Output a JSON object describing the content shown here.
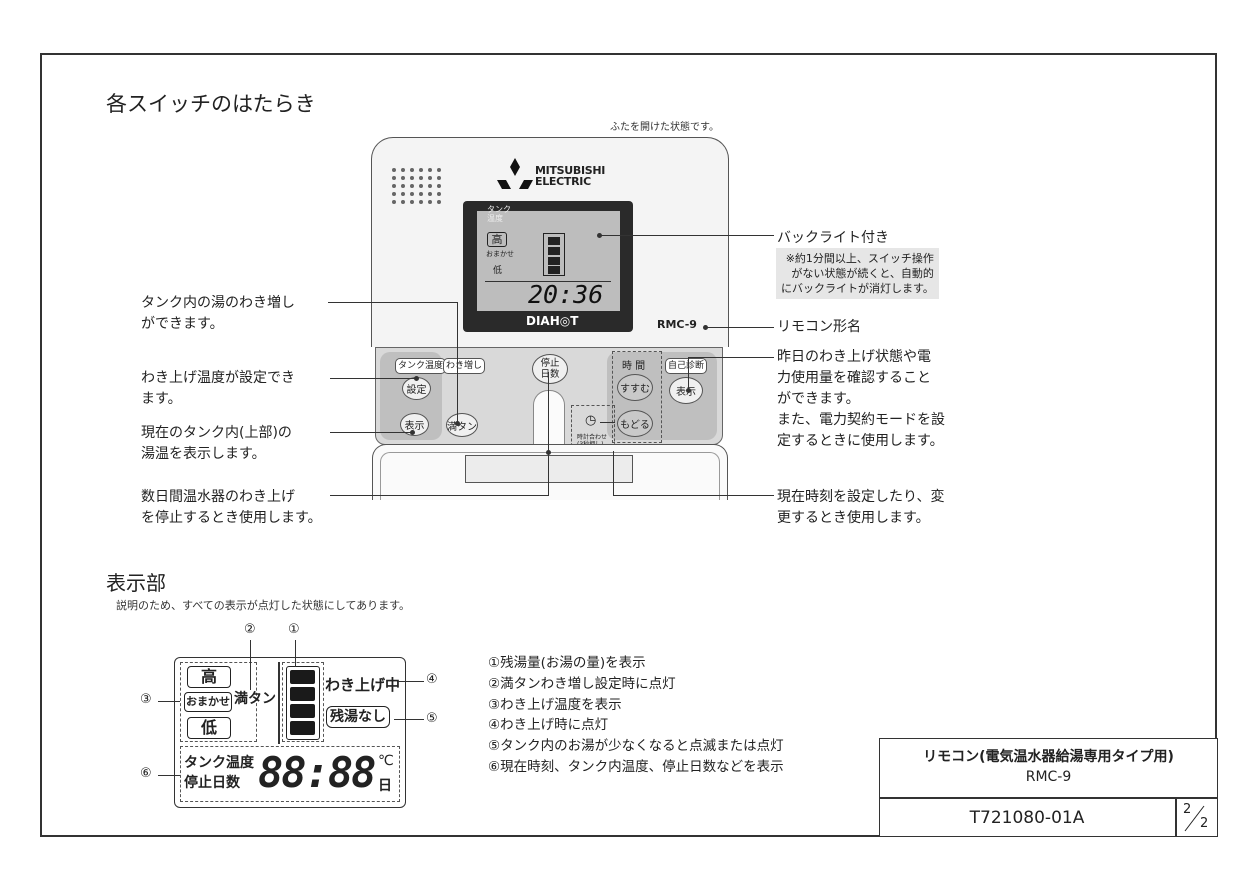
{
  "section1": {
    "title": "各スイッチのはたらき",
    "note": "ふたを開けた状態です。"
  },
  "device": {
    "brand_line1": "MITSUBISHI",
    "brand_line2": "ELECTRIC",
    "lcd": {
      "tank_label_1": "タンク",
      "tank_label_2": "温度",
      "high": "高",
      "omakase": "おまかせ",
      "low": "低",
      "time": "20:36",
      "brand": "DIAH◎T"
    },
    "model_label": "RMC-9",
    "buttons": {
      "tank_temp_label": "タンク温度",
      "settei": "設定",
      "hyouji": "表示",
      "wakimashi_label": "わき増し",
      "mantan": "満タン",
      "stop_1": "停止",
      "stop_2": "日数",
      "jikan": "時 間",
      "susumu": "すすむ",
      "modoru": "もどる",
      "jikoshindan": "自己診断",
      "hyouji2": "表示",
      "tokei_1": "時計合わせ",
      "tokei_2": "(3秒押し)"
    }
  },
  "callouts": {
    "left": [
      {
        "line1": "タンク内の湯のわき増し",
        "line2": "ができます。"
      },
      {
        "line1": "わき上げ温度が設定でき",
        "line2": "ます。"
      },
      {
        "line1": "現在のタンク内(上部)の",
        "line2": "湯温を表示します。"
      },
      {
        "line1": "数日間温水器のわき上げ",
        "line2": "を停止するとき使用します。"
      }
    ],
    "backlight": "バックライト付き",
    "backlight_note_1": "※約1分間以上、スイッチ操作",
    "backlight_note_2": "がない状態が続くと、自動的",
    "backlight_note_3": "にバックライトが消灯します。",
    "remocon": "リモコン形名",
    "right_3": [
      "昨日のわき上げ状態や電",
      "力使用量を確認すること",
      "ができます。",
      "また、電力契約モードを設",
      "定するときに使用します。"
    ],
    "right_4": [
      "現在時刻を設定したり、変",
      "更するとき使用します。"
    ]
  },
  "section2": {
    "title": "表示部",
    "note": "説明のため、すべての表示が点灯した状態にしてあります。",
    "numbers": [
      "①",
      "②",
      "③",
      "④",
      "⑤",
      "⑥"
    ],
    "lcd": {
      "high": "高",
      "omakase": "おまかせ",
      "low": "低",
      "mantan": "満タン",
      "wakiagechu": "わき上げ中",
      "zanyu_nashi": "残湯なし",
      "tank_ondo": "タンク温度",
      "teishi_nissu": "停止日数",
      "digits": "88:88",
      "celsius": "℃",
      "day": "日"
    },
    "legend": [
      "①残湯量(お湯の量)を表示",
      "②満タンわき増し設定時に点灯",
      "③わき上げ温度を表示",
      "④わき上げ時に点灯",
      "⑤タンク内のお湯が少なくなると点滅または点灯",
      "⑥現在時刻、タンク内温度、停止日数などを表示"
    ]
  },
  "title_block": {
    "line1": "リモコン(電気温水器給湯専用タイプ用)",
    "line2": "RMC-9",
    "doc_no": "T721080-01A",
    "page_num": "2",
    "page_den": "2"
  }
}
